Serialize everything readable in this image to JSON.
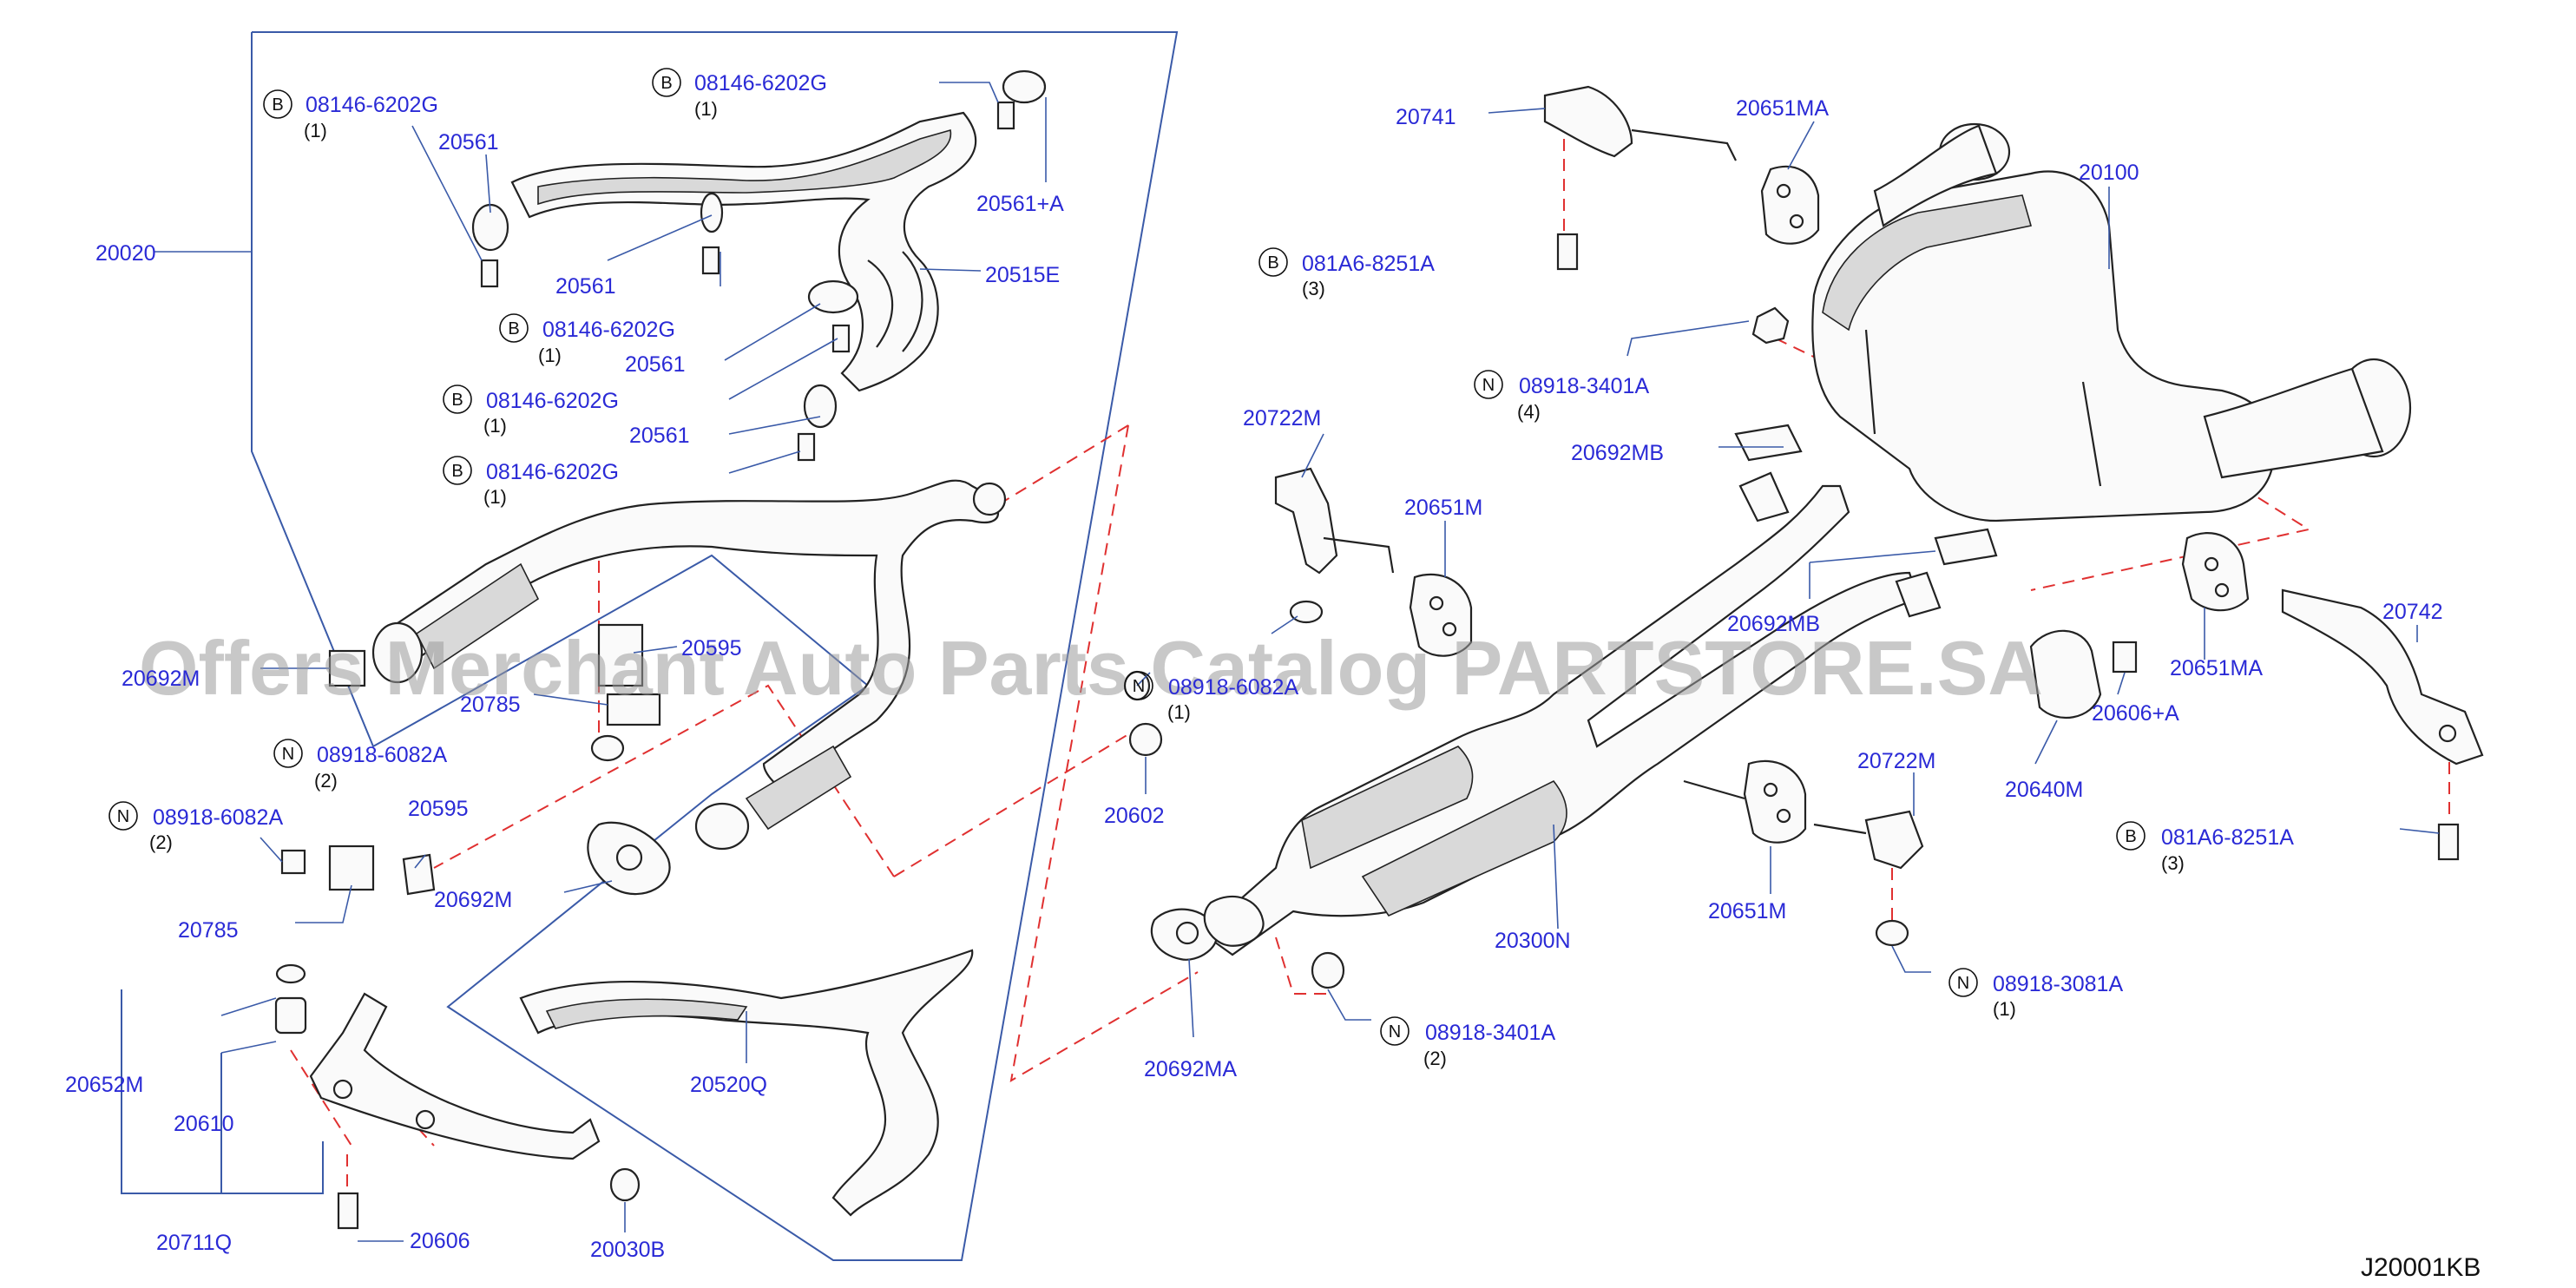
{
  "diagram": {
    "code": "J20001KB",
    "watermark": "Offers Merchant Auto Parts Catalog PARTSTORE.SA",
    "labels": [
      {
        "id": "l01",
        "text": "20020"
      },
      {
        "id": "l02",
        "text": "08146-6202G",
        "prefix": "B",
        "qty": "(1)"
      },
      {
        "id": "l03",
        "text": "20561"
      },
      {
        "id": "l04",
        "text": "08146-6202G",
        "prefix": "B",
        "qty": "(1)"
      },
      {
        "id": "l05",
        "text": "20561+A"
      },
      {
        "id": "l06",
        "text": "20515E"
      },
      {
        "id": "l07",
        "text": "20561"
      },
      {
        "id": "l08",
        "text": "08146-6202G",
        "prefix": "B",
        "qty": "(1)"
      },
      {
        "id": "l09",
        "text": "20561"
      },
      {
        "id": "l10",
        "text": "08146-6202G",
        "prefix": "B",
        "qty": "(1)"
      },
      {
        "id": "l11",
        "text": "20561"
      },
      {
        "id": "l12",
        "text": "08146-6202G",
        "prefix": "B",
        "qty": "(1)"
      },
      {
        "id": "l13",
        "text": "20692M"
      },
      {
        "id": "l14",
        "text": "20595"
      },
      {
        "id": "l15",
        "text": "20785"
      },
      {
        "id": "l16",
        "text": "08918-6082A",
        "prefix": "N",
        "qty": "(2)"
      },
      {
        "id": "l17",
        "text": "08918-6082A",
        "prefix": "N",
        "qty": "(2)"
      },
      {
        "id": "l18",
        "text": "20595"
      },
      {
        "id": "l19",
        "text": "20785"
      },
      {
        "id": "l20",
        "text": "20692M"
      },
      {
        "id": "l21",
        "text": "20652M"
      },
      {
        "id": "l22",
        "text": "20610"
      },
      {
        "id": "l23",
        "text": "20711Q"
      },
      {
        "id": "l24",
        "text": "20606"
      },
      {
        "id": "l25",
        "text": "20030B"
      },
      {
        "id": "l26",
        "text": "20520Q"
      },
      {
        "id": "l27",
        "text": "08918-6082A",
        "prefix": "N",
        "qty": "(1)"
      },
      {
        "id": "l28",
        "text": "20602"
      },
      {
        "id": "l29",
        "text": "20741"
      },
      {
        "id": "l30",
        "text": "20651MA"
      },
      {
        "id": "l31",
        "text": "081A6-8251A",
        "prefix": "B",
        "qty": "(3)"
      },
      {
        "id": "l32",
        "text": "20100"
      },
      {
        "id": "l33",
        "text": "08918-3401A",
        "prefix": "N",
        "qty": "(4)"
      },
      {
        "id": "l34",
        "text": "20722M"
      },
      {
        "id": "l35",
        "text": "20692MB"
      },
      {
        "id": "l36",
        "text": "20651M"
      },
      {
        "id": "l37",
        "text": "20692MB"
      },
      {
        "id": "l38",
        "text": "20742"
      },
      {
        "id": "l39",
        "text": "20651MA"
      },
      {
        "id": "l40",
        "text": "20606+A"
      },
      {
        "id": "l41",
        "text": "20640M"
      },
      {
        "id": "l42",
        "text": "081A6-8251A",
        "prefix": "B",
        "qty": "(3)"
      },
      {
        "id": "l43",
        "text": "20722M"
      },
      {
        "id": "l44",
        "text": "20651M"
      },
      {
        "id": "l45",
        "text": "20300N"
      },
      {
        "id": "l46",
        "text": "08918-3081A",
        "prefix": "N",
        "qty": "(1)"
      },
      {
        "id": "l47",
        "text": "20692MA"
      },
      {
        "id": "l48",
        "text": "08918-3401A",
        "prefix": "N",
        "qty": "(2)"
      }
    ]
  }
}
